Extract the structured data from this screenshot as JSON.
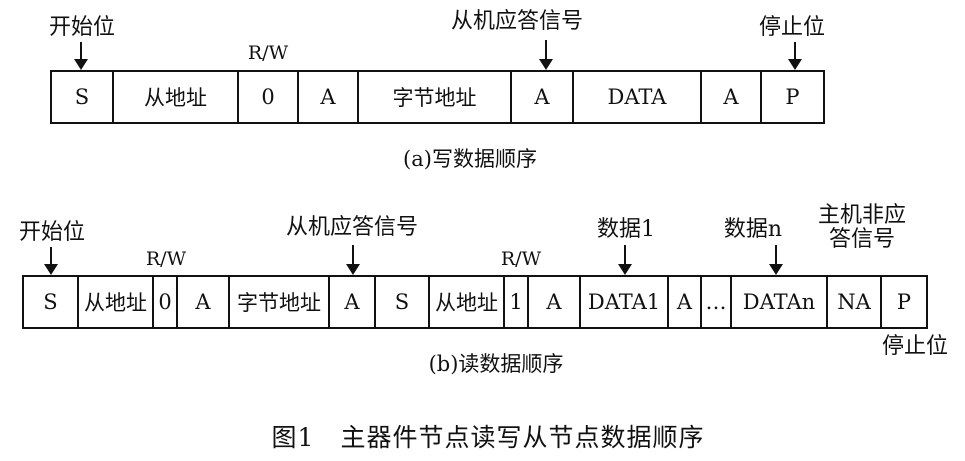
{
  "diagram_a": {
    "cells": [
      "S",
      "从地址",
      "0",
      "A",
      "字节地址",
      "A",
      "DATA",
      "A",
      "P"
    ],
    "labels": {
      "start": "开始位",
      "rw": "R/W",
      "slave_ack": "从机应答信号",
      "stop": "停止位"
    },
    "caption": "(a)写数据顺序"
  },
  "diagram_b": {
    "cells": [
      "S",
      "从地址",
      "0",
      "A",
      "字节地址",
      "A",
      "S",
      "从地址",
      "1",
      "A",
      "DATA1",
      "A",
      "…",
      "DATAn",
      "NA",
      "P"
    ],
    "labels": {
      "start": "开始位",
      "rw1": "R/W",
      "slave_ack": "从机应答信号",
      "rw2": "R/W",
      "data1": "数据1",
      "datan": "数据n",
      "master_nack": "主机非应\n答信号",
      "stop": "停止位"
    },
    "caption": "(b)读数据顺序"
  },
  "figure_title": "图1　主器件节点读写从节点数据顺序"
}
